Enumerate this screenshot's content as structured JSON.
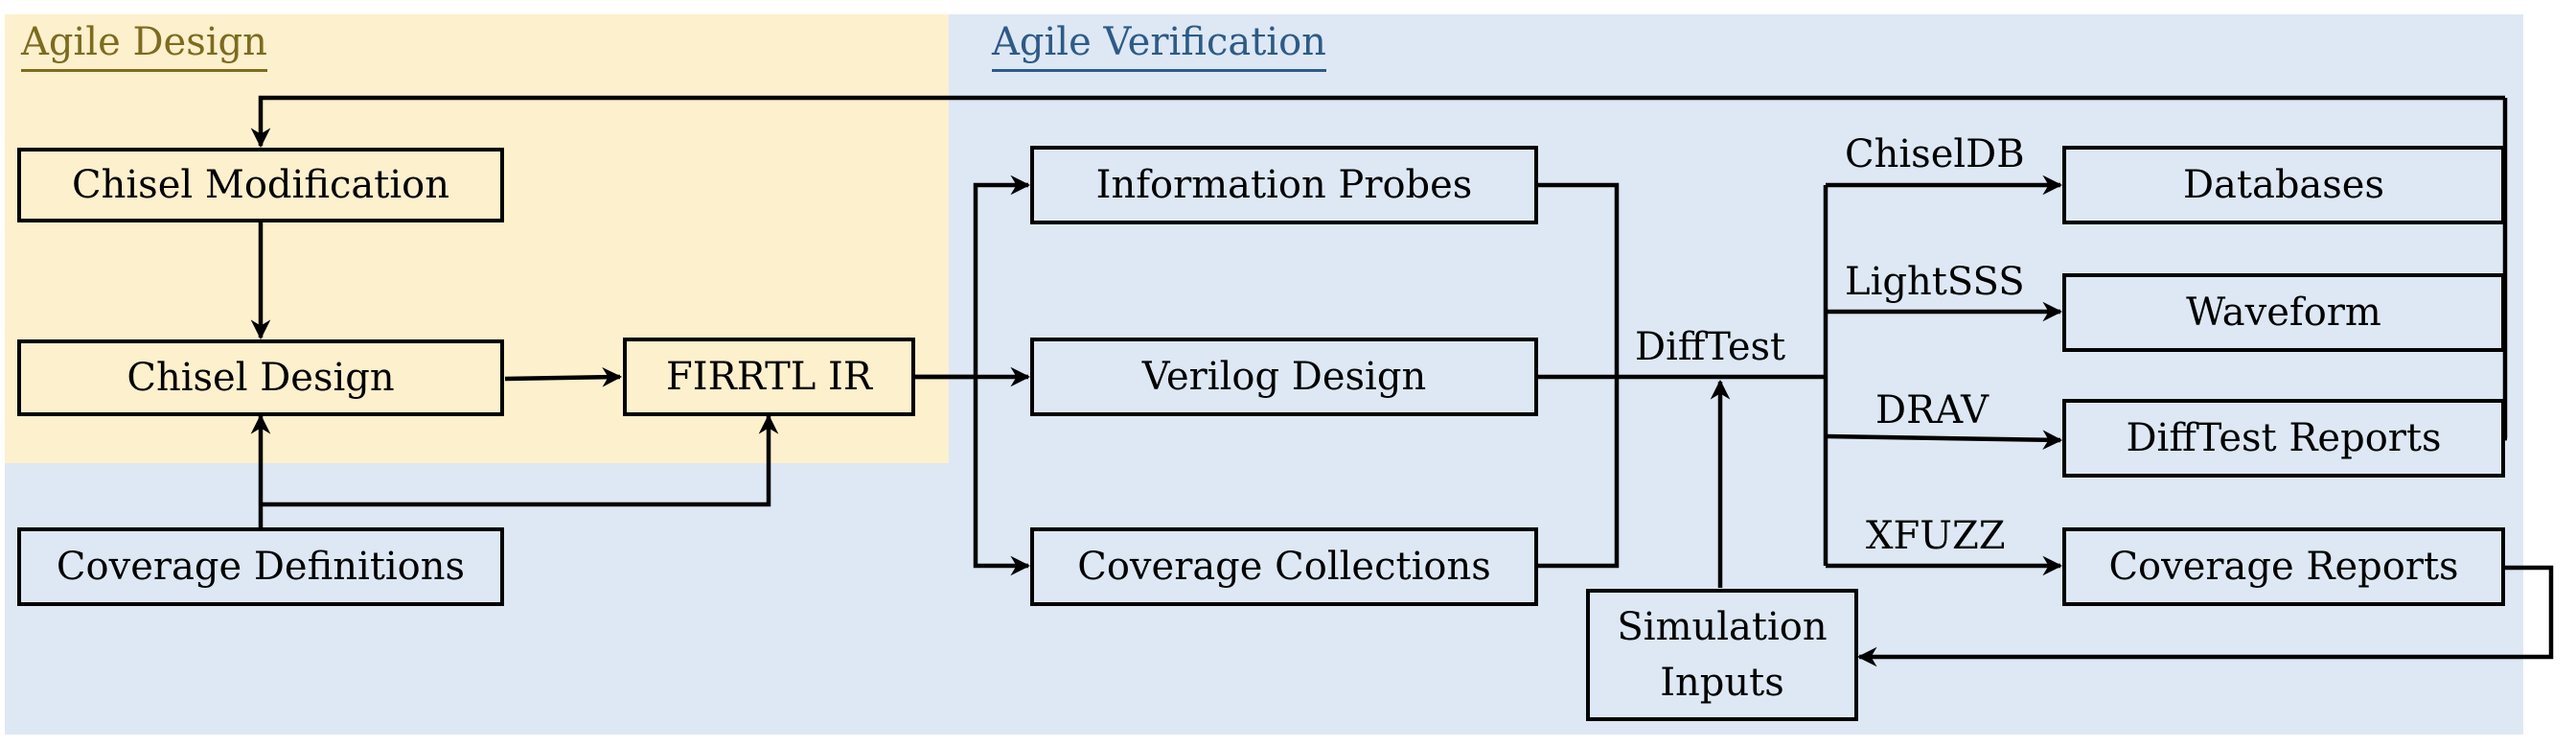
{
  "regions": {
    "design": {
      "title": "Agile Design",
      "color": "#7d6b1f",
      "background": "#fdf0cd"
    },
    "verification": {
      "title": "Agile Verification",
      "color": "#2e5a86",
      "background": "#dde8f4"
    }
  },
  "boxes": {
    "chisel_modification": "Chisel Modification",
    "chisel_design": "Chisel Design",
    "firrtl_ir": "FIRRTL IR",
    "coverage_definitions": "Coverage Definitions",
    "information_probes": "Information Probes",
    "verilog_design": "Verilog Design",
    "coverage_collections": "Coverage Collections",
    "simulation_inputs_line1": "Simulation",
    "simulation_inputs_line2": "Inputs",
    "databases": "Databases",
    "waveform": "Waveform",
    "difftest_reports": "DiffTest Reports",
    "coverage_reports": "Coverage Reports"
  },
  "edge_labels": {
    "difftest": "DiffTest",
    "chiseldb": "ChiselDB",
    "lightsss": "LightSSS",
    "drav": "DRAV",
    "xfuzz": "XFUZZ"
  },
  "edges": [
    {
      "from": "Chisel Modification",
      "to": "Chisel Design"
    },
    {
      "from": "Chisel Design",
      "to": "FIRRTL IR"
    },
    {
      "from": "Coverage Definitions",
      "to": "Chisel Design"
    },
    {
      "from": "Coverage Definitions",
      "to": "FIRRTL IR"
    },
    {
      "from": "FIRRTL IR",
      "to": "Information Probes"
    },
    {
      "from": "FIRRTL IR",
      "to": "Verilog Design"
    },
    {
      "from": "FIRRTL IR",
      "to": "Coverage Collections"
    },
    {
      "from": "Information Probes",
      "to": "DiffTest"
    },
    {
      "from": "Verilog Design",
      "to": "DiffTest"
    },
    {
      "from": "Coverage Collections",
      "to": "DiffTest"
    },
    {
      "from": "Simulation Inputs",
      "to": "DiffTest"
    },
    {
      "from": "DiffTest",
      "to": "Databases",
      "label": "ChiselDB"
    },
    {
      "from": "DiffTest",
      "to": "Waveform",
      "label": "LightSSS"
    },
    {
      "from": "DiffTest",
      "to": "DiffTest Reports",
      "label": "DRAV"
    },
    {
      "from": "DiffTest",
      "to": "Coverage Reports",
      "label": "XFUZZ"
    },
    {
      "from": "Databases",
      "to": "Chisel Modification"
    },
    {
      "from": "Waveform",
      "to": "Chisel Modification"
    },
    {
      "from": "DiffTest Reports",
      "to": "Chisel Modification"
    },
    {
      "from": "Coverage Reports",
      "to": "Simulation Inputs"
    }
  ]
}
